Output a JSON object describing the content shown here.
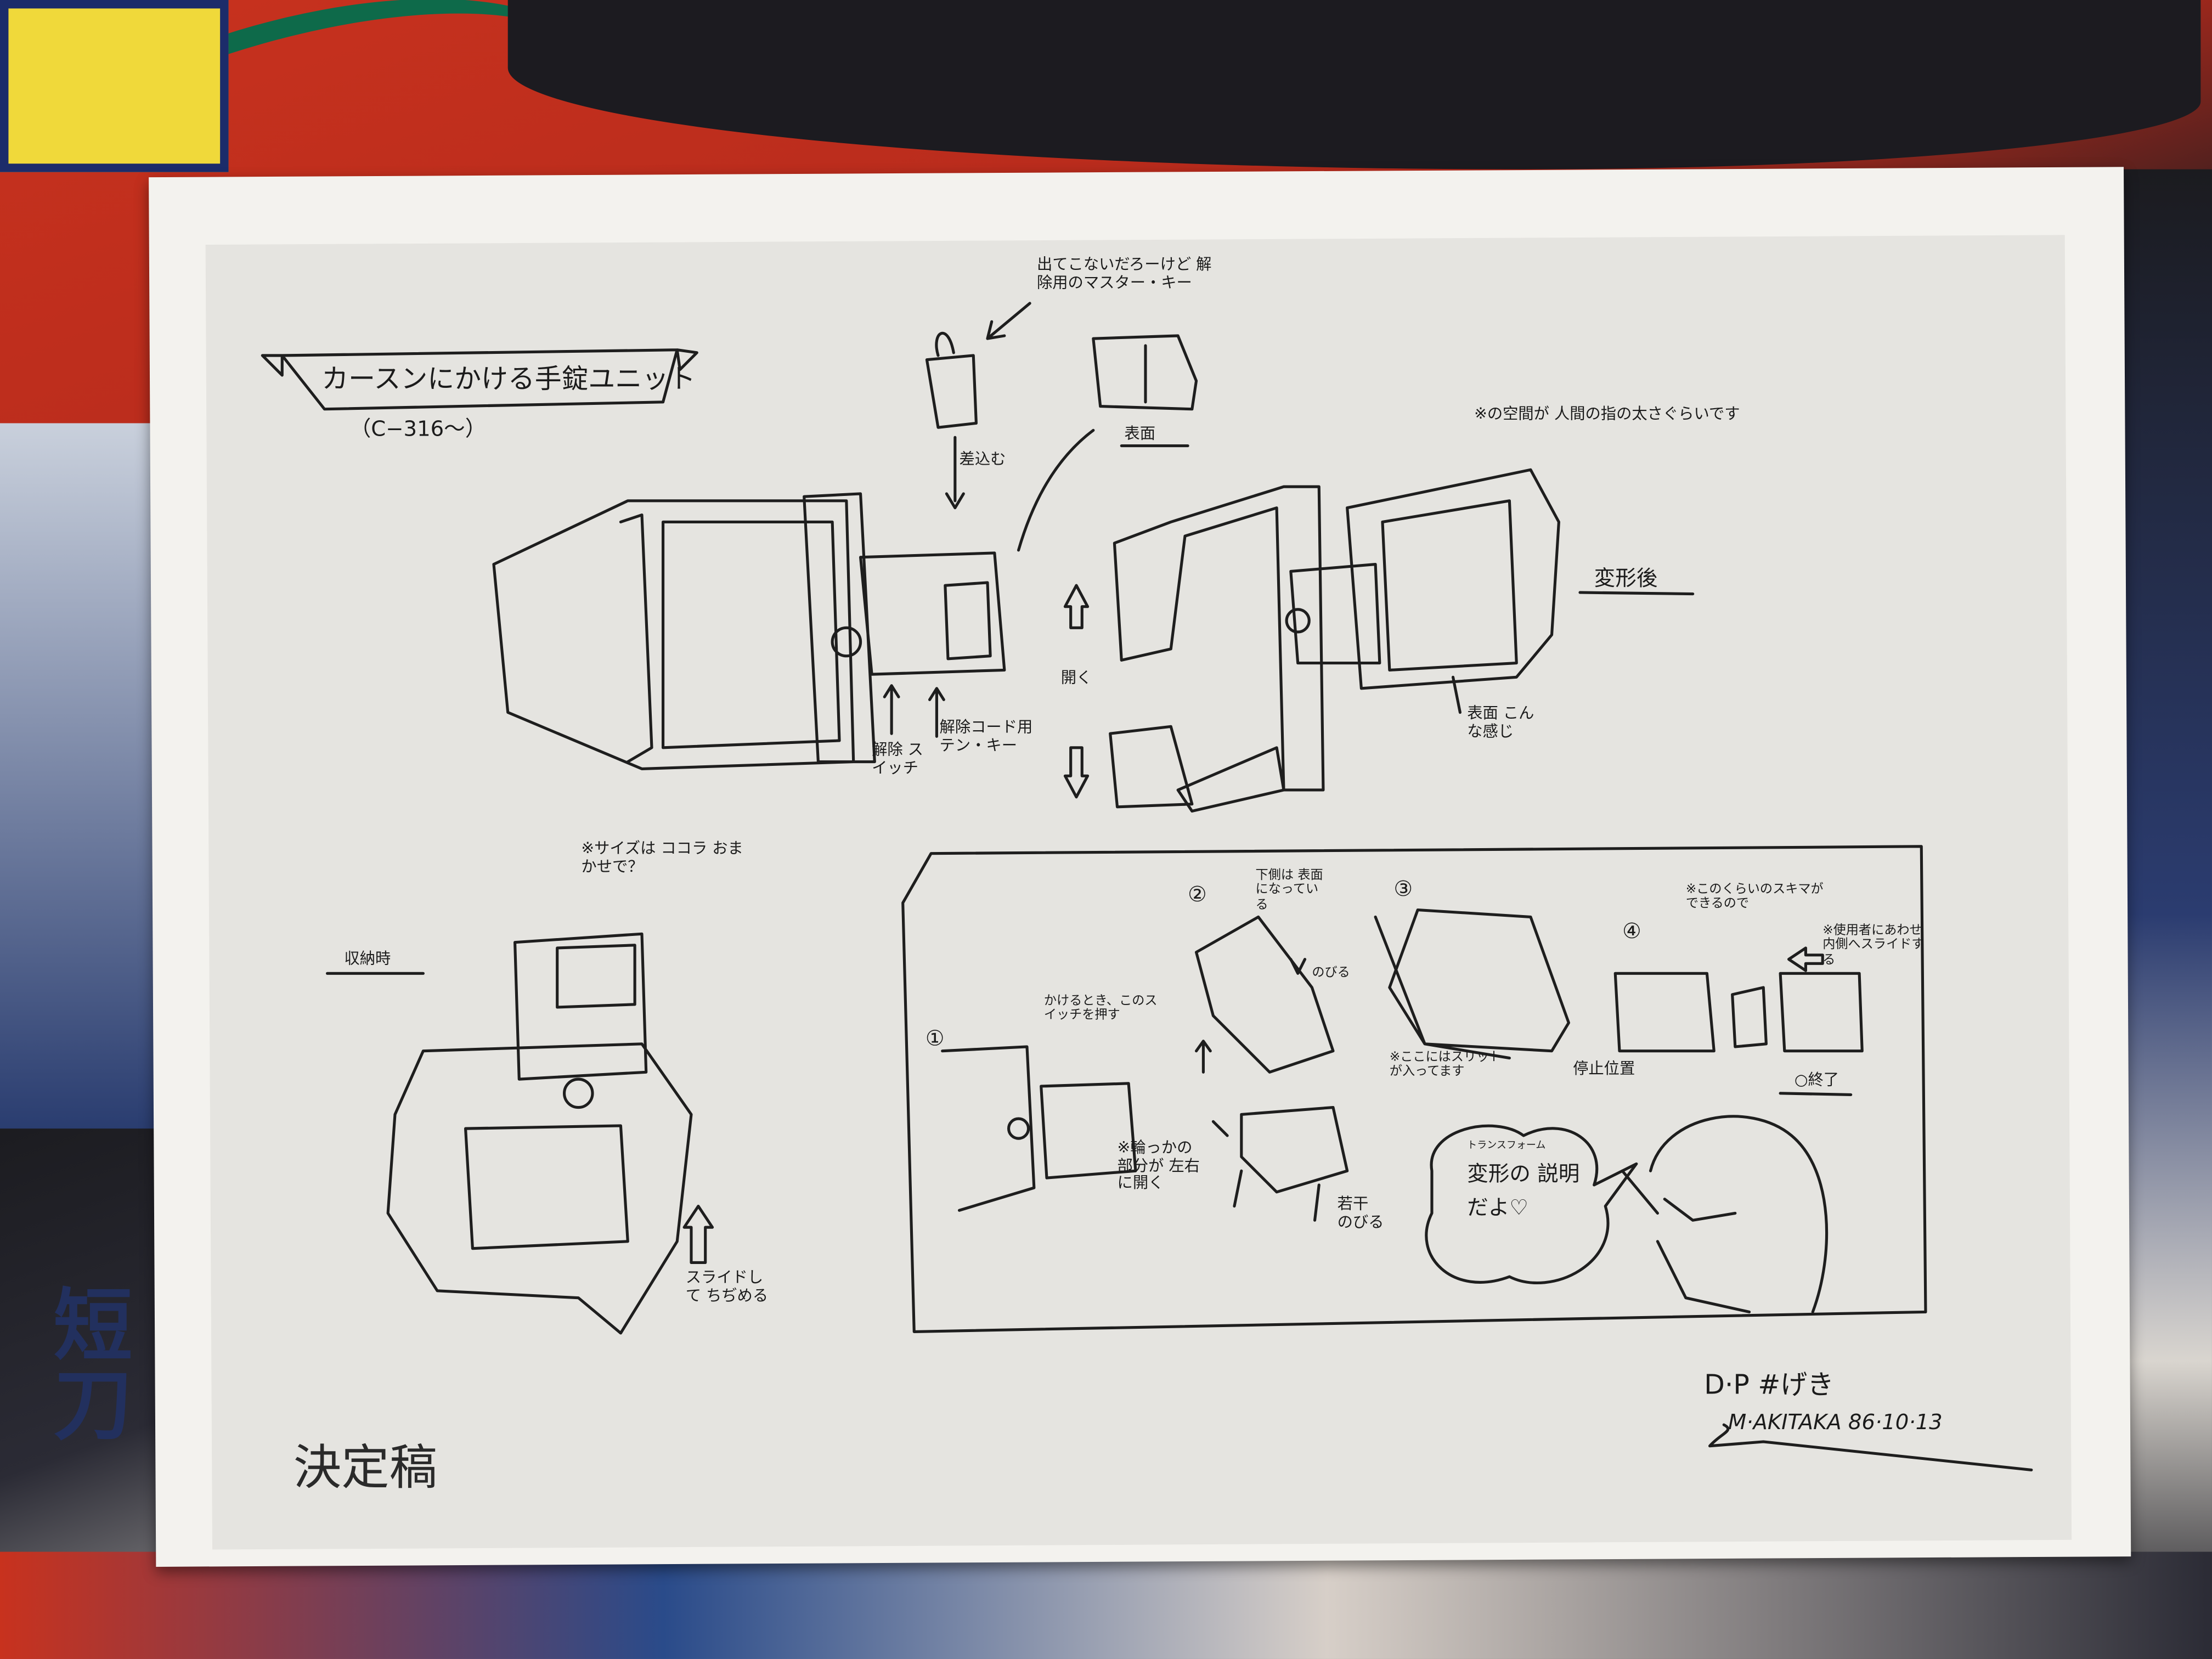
{
  "sheet": {
    "title": "カースンにかける手錠ユニット",
    "cut_range": "（C−316〜）",
    "status_stamp": "決定稿",
    "credit_episode": "D·P #げき",
    "signature": "M·AKITAKA 86·10·13",
    "notes": {
      "master_key": "出てこないだろーけど 解除用のマスター・キー",
      "insert": "差込む",
      "surface_top": "表面",
      "space_note": "※の空間が 人間の指の太さぐらいです",
      "after_transform": "変形後",
      "open": "開く",
      "release_switch": "解除 スイッチ",
      "release_keypad": "解除コード用 テン・キー",
      "surface_back": "表面 こんな感じ",
      "size_note": "※サイズは ココラ おまかせで？",
      "stowed": "収納時",
      "slide_shrink": "スライドして ちぢめる"
    },
    "steps": {
      "step1_number": "①",
      "step1_note": "かけるとき、このスイッチを押す",
      "step1_ring": "※輪っかの部分が 左右に開く",
      "step2_number": "②",
      "step2_note": "下側は 表面になっている",
      "step2_extend": "のびる",
      "step2_bottom": "若干 のびる",
      "step3_number": "③",
      "step3_note": "※ここにはスリットが入ってます",
      "step3_stop": "停止位置",
      "step4_number": "④",
      "step4_gap": "※このくらいのスキマができるので",
      "step4_slide": "※使用者にあわせ 内側へスライドする",
      "end": "○終了",
      "bubble_ruby": "トランスフォーム",
      "bubble": "変形の 説明だよ♡"
    }
  },
  "background_text": {
    "left_kanji": "短刀"
  },
  "colors": {
    "paper": "#f3f2ee",
    "print_area": "#e5e4e0",
    "ink": "#1e1e1e",
    "fabric_red": "#c8321e"
  }
}
